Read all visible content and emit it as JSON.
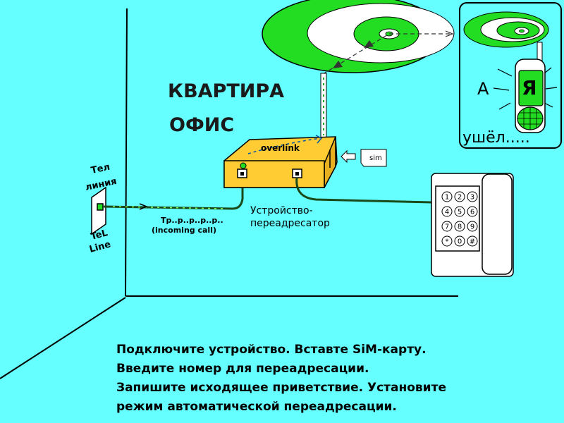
{
  "labels": {
    "apartment": "КВАРТИРА",
    "office": "ОФИС",
    "tel_line_ru_1": "Тел",
    "tel_line_ru_2": "линия",
    "tel_line_en_1": "TeL",
    "tel_line_en_2": "Line",
    "ring_sound": "Тр..р..р..р..р..",
    "incoming_call": "(incoming call)",
    "device_1": "Устройство-",
    "device_2": "переадресатор",
    "overlink": "overlink",
    "sim": "sim",
    "phone_letter_a": "А",
    "phone_letter_ya": "Я",
    "gone": "ушёл....."
  },
  "keypad": [
    "1",
    "2",
    "3",
    "4",
    "5",
    "6",
    "7",
    "8",
    "9",
    "*",
    "0",
    "#"
  ],
  "instructions": [
    "Подключите устройство. Вставте SiM-карту.",
    "Введите номер для переадресации.",
    "Запишите исходящее приветствие. Установите",
    "режим автоматической переадресации."
  ],
  "colors": {
    "background": "#66FFFF",
    "device": "#FFCC33",
    "signal_green": "#22DD22",
    "wire": "#1a4a1a"
  }
}
